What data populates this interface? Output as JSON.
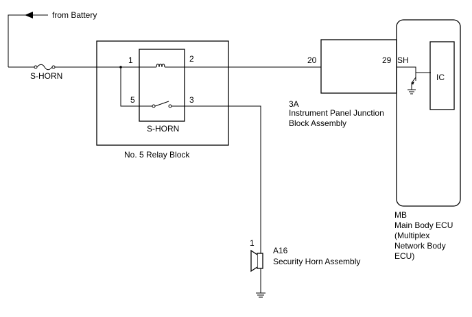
{
  "battery": {
    "label": "from Battery"
  },
  "fuse": {
    "label": "S-HORN"
  },
  "relay_block": {
    "caption": "No. 5 Relay Block",
    "relay_label": "S-HORN",
    "pins": {
      "p1": "1",
      "p2": "2",
      "p3": "3",
      "p5": "5"
    }
  },
  "junction_block": {
    "code": "3A",
    "name_line1": "Instrument Panel Junction",
    "name_line2": "Block Assembly",
    "pin_in": "20",
    "pin_out": "29"
  },
  "ecu": {
    "signal": "SH",
    "ic_label": "IC",
    "code": "MB",
    "name_line1": "Main Body ECU",
    "name_line2": "(Multiplex",
    "name_line3": "Network Body",
    "name_line4": "ECU)"
  },
  "horn": {
    "pin": "1",
    "code": "A16",
    "name": "Security Horn Assembly"
  }
}
